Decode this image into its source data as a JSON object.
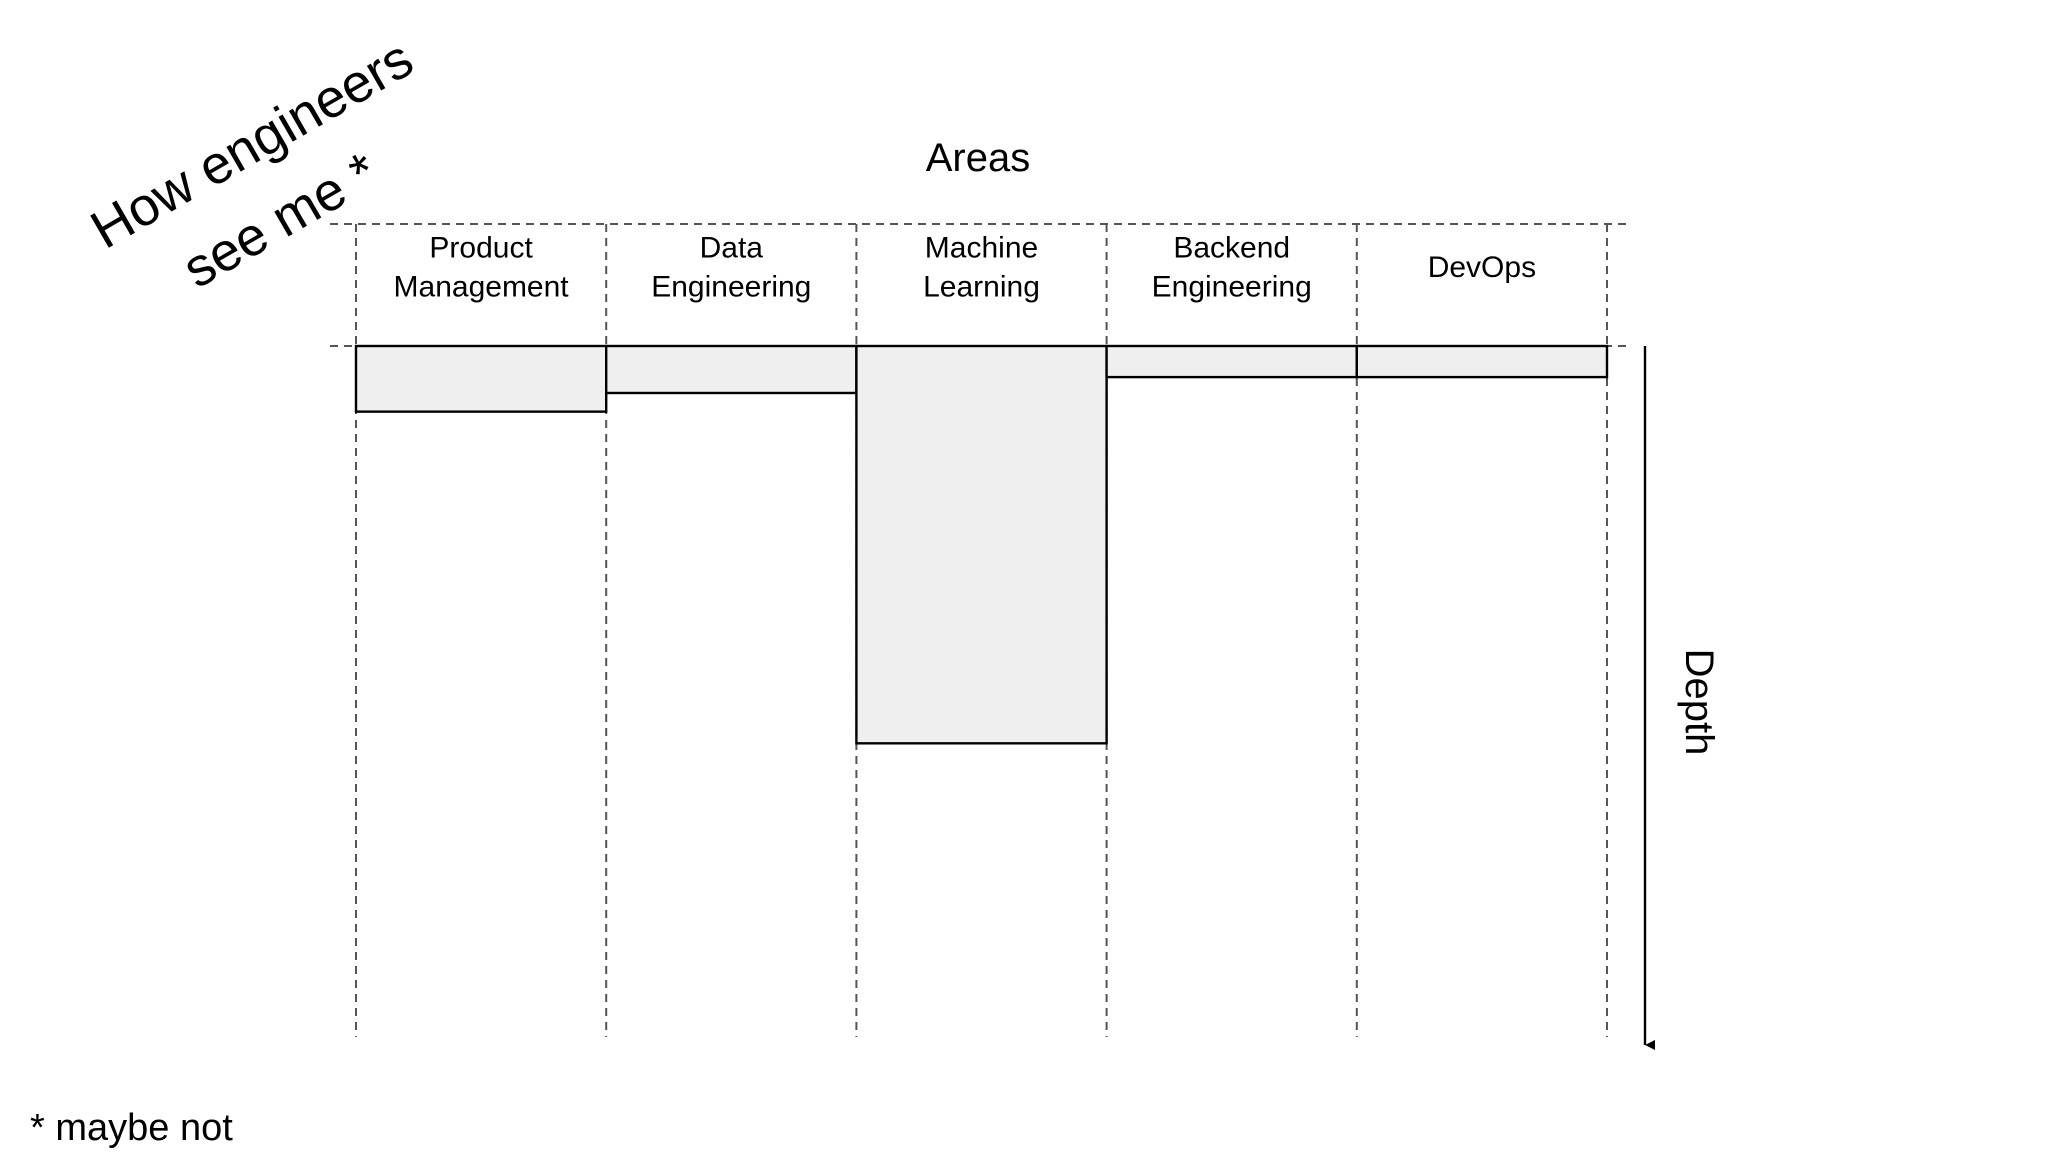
{
  "tagline": {
    "line1": "How engineers",
    "line2": "see me *"
  },
  "footnote": "* maybe not",
  "chart_data": {
    "type": "bar",
    "title": "Areas",
    "xlabel": "",
    "ylabel": "Depth",
    "orientation": "downward",
    "categories": [
      [
        "Product",
        "Management"
      ],
      [
        "Data",
        "Engineering"
      ],
      [
        "Machine",
        "Learning"
      ],
      [
        "Backend",
        "Engineering"
      ],
      [
        "DevOps"
      ]
    ],
    "values": [
      0.095,
      0.068,
      0.575,
      0.045,
      0.045
    ],
    "ylim": [
      0,
      1
    ],
    "grid": true,
    "fill_color": "#efefef",
    "stroke_color": "#000000",
    "guide_color": "#555555"
  }
}
